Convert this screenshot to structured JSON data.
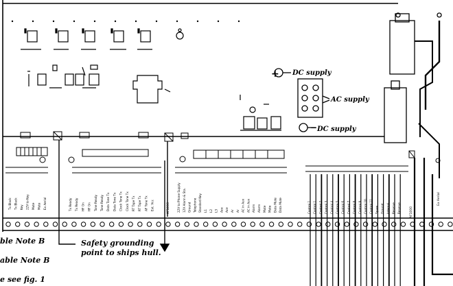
{
  "annotations": {
    "dc_supply_top": "DC supply",
    "ac_supply": "AC supply",
    "dc_supply_bottom": "DC supply",
    "safety_line1": "Safety grounding",
    "safety_line2": "point to ships hull.",
    "note_b_upper": "ble Note B",
    "note_b_lower": "able Note B",
    "see_fig": "e see fig. 1",
    "plus_sign": "+",
    "minus_sign": "−"
  },
  "terminal_labels": {
    "left": [
      "Tx Black",
      "Tx Black",
      "Key",
      "22V to Key",
      "Mute",
      "Mute",
      "Ex Aerial"
    ],
    "middle": [
      "Tx Ready",
      "Tx Ready",
      "HF On",
      "HF On",
      "Tone Ready",
      "Tone Ready",
      "Data Tone Tx",
      "Data Tone Tx",
      "Clock Tone Tx",
      "Clock Tone Tx",
      "RT Tape Tx",
      "RT Tape Tx",
      "AF Tone Tx",
      "Ext. Vcc"
    ],
    "af_id": "AF1000",
    "right": [
      "22V to Phone Supply",
      "12V Alarm & Sta.",
      "Ground",
      "Telephone",
      "Standard Key",
      "L1",
      "L2",
      "L3",
      "Ace",
      "Ace",
      "Ar",
      "Ar",
      "AC in Aux",
      "AC in Aux",
      "Alarm",
      "Alarm",
      "Mute",
      "Mute",
      "Data Mute",
      "Data Mute"
    ],
    "far_right": [
      "Control 1",
      "Control 1",
      "Control 2",
      "Control 3",
      "Control 4",
      "Control 5",
      "Control 6",
      "Control 7",
      "Control 8",
      "Control 9",
      "Control 10",
      "Control 11",
      "Spare",
      "Ground",
      "Internal",
      "Reserve",
      "Reserve"
    ],
    "af_id_right": "AF1000",
    "right_edge": "Ex Aerial"
  }
}
